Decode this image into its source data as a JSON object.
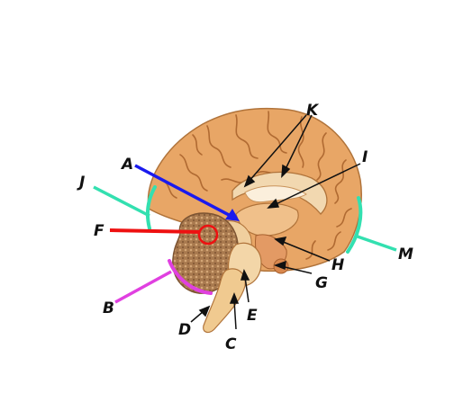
{
  "labels": {
    "a": "A",
    "b": "B",
    "c": "C",
    "d": "D",
    "e": "E",
    "f": "F",
    "g": "G",
    "h": "H",
    "i": "I",
    "j": "J",
    "k": "K",
    "m": "M"
  },
  "colors": {
    "a": "#1a1aee",
    "b": "#e040e0",
    "f": "#ee1111",
    "j": "#33e0b0",
    "m": "#33e0b0",
    "black": "#111111"
  }
}
